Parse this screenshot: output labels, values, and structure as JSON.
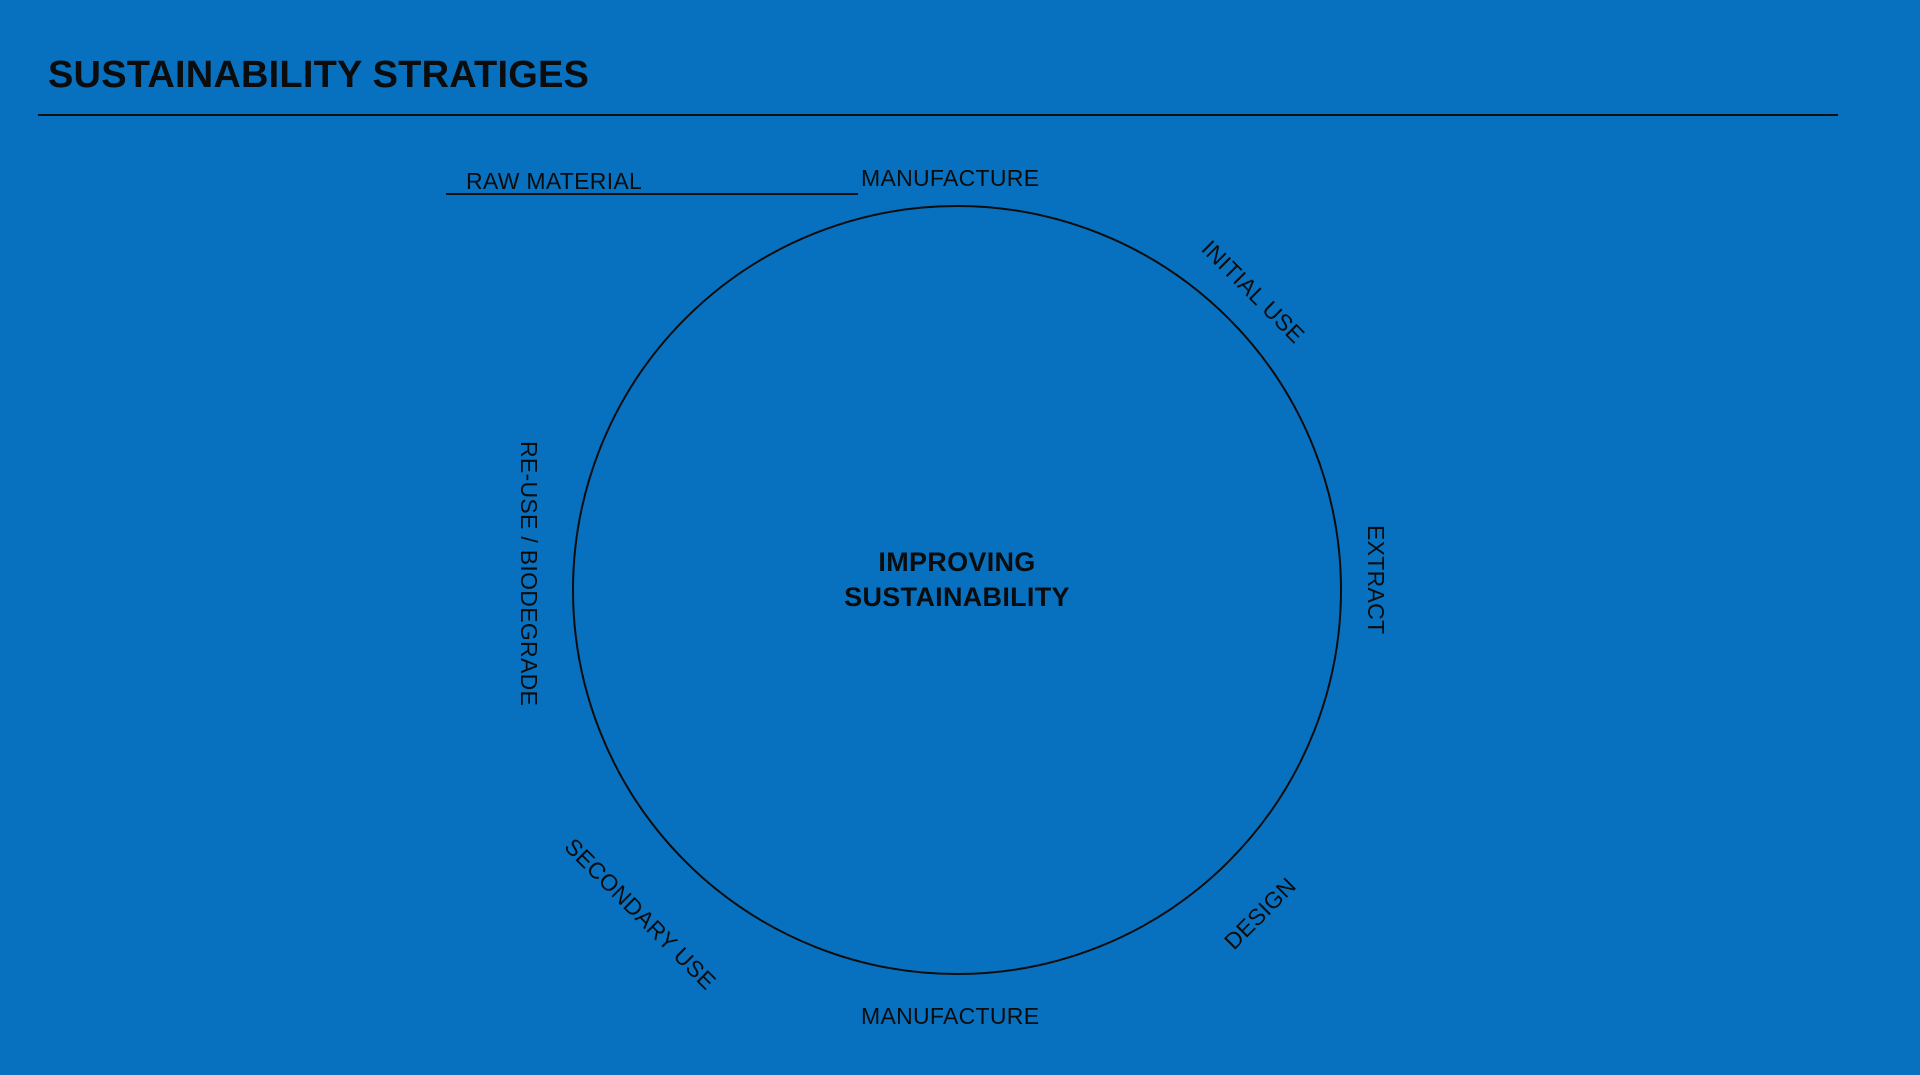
{
  "page": {
    "background_color": "#0771c0",
    "ink_color": "#0c0c0c"
  },
  "header": {
    "title": "SUSTAINABILITY STRATIGES"
  },
  "diagram": {
    "type": "cycle-diagram",
    "center": {
      "line1": "IMPROVING",
      "line2": "SUSTAINABILITY"
    },
    "nodes": [
      {
        "id": "raw-material",
        "label": "RAW MATERIAL",
        "rotation_deg": 0,
        "position": "top-left-outside"
      },
      {
        "id": "manufacture-top",
        "label": "MANUFACTURE",
        "rotation_deg": 0,
        "position": "top"
      },
      {
        "id": "initial-use",
        "label": "INITIAL USE",
        "rotation_deg": 45,
        "position": "top-right"
      },
      {
        "id": "extract",
        "label": "EXTRACT",
        "rotation_deg": 90,
        "position": "right"
      },
      {
        "id": "design",
        "label": "DESIGN",
        "rotation_deg": -45,
        "position": "bottom-right"
      },
      {
        "id": "manufacture-bottom",
        "label": "MANUFACTURE",
        "rotation_deg": 0,
        "position": "bottom"
      },
      {
        "id": "secondary-use",
        "label": "SECONDARY USE",
        "rotation_deg": 45,
        "position": "bottom-left"
      },
      {
        "id": "reuse-biodegrade",
        "label": "RE-USE / BIODEGRADE",
        "rotation_deg": 90,
        "position": "left"
      }
    ]
  }
}
